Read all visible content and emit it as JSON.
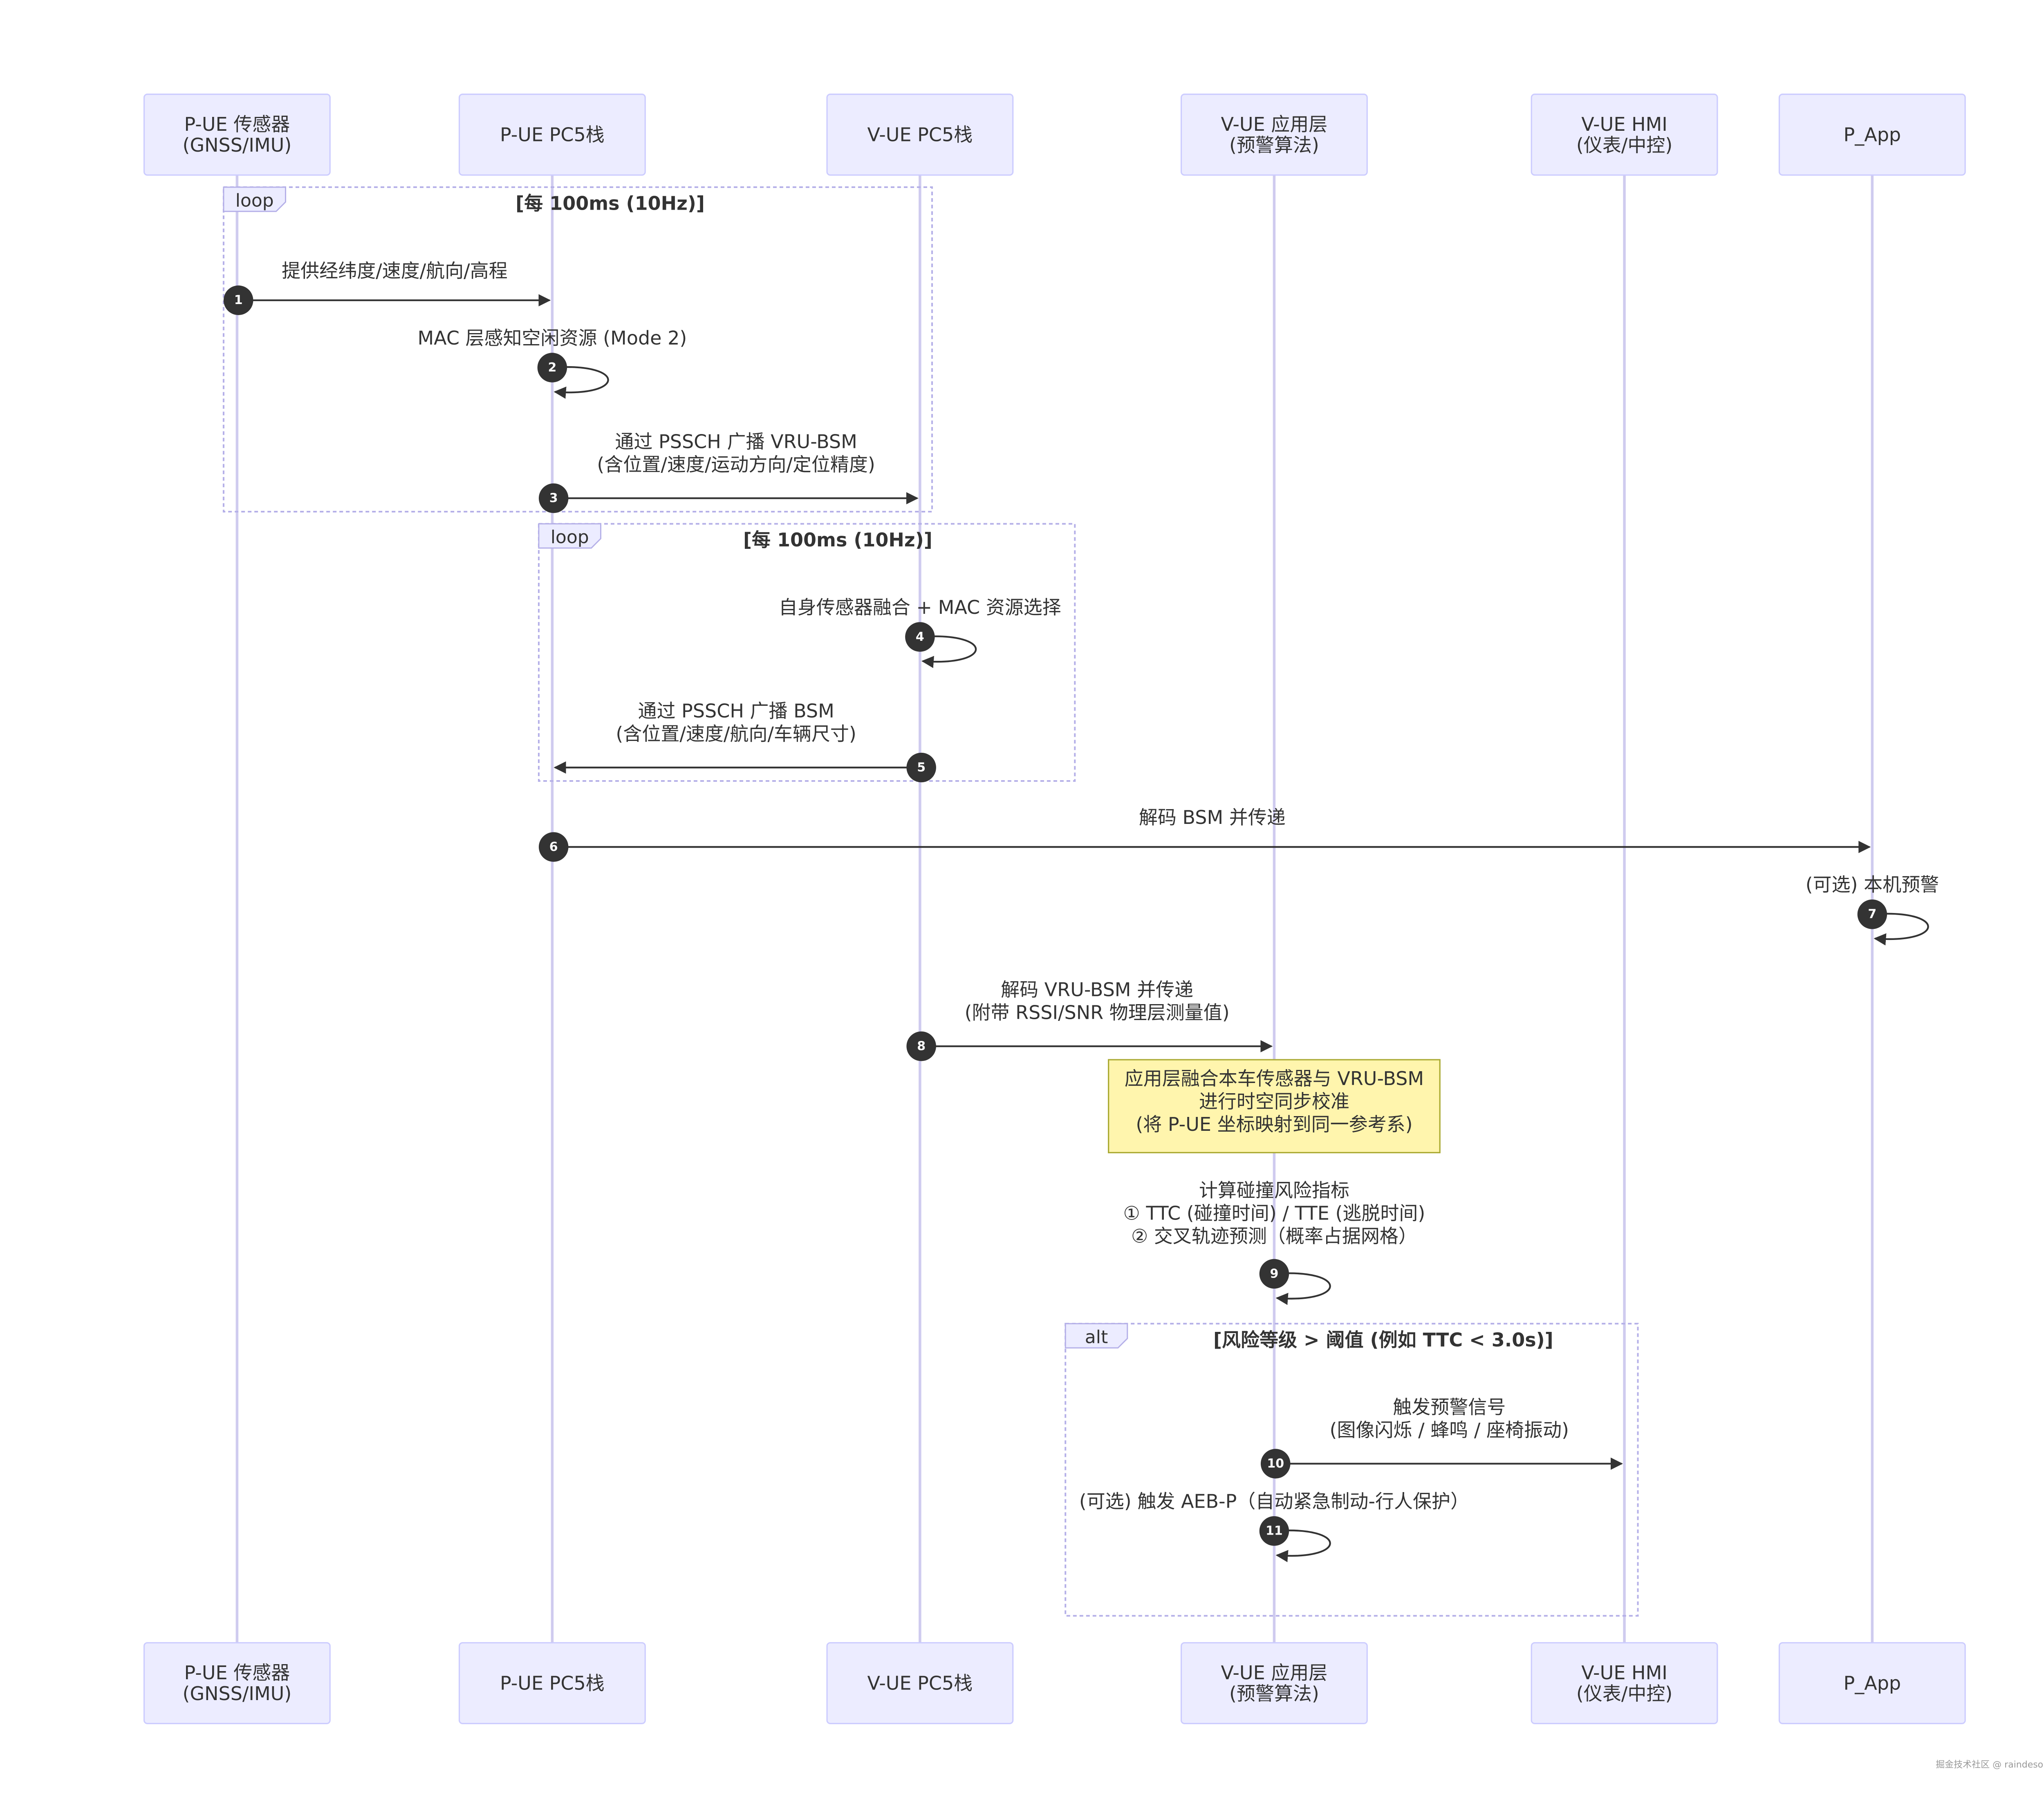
{
  "participants": [
    {
      "id": "p_sensor",
      "lines": [
        "P-UE 传感器",
        "(GNSS/IMU)"
      ]
    },
    {
      "id": "p_pc5",
      "lines": [
        "P-UE PC5栈"
      ]
    },
    {
      "id": "v_pc5",
      "lines": [
        "V-UE PC5栈"
      ]
    },
    {
      "id": "v_app",
      "lines": [
        "V-UE 应用层",
        "(预警算法)"
      ]
    },
    {
      "id": "v_hmi",
      "lines": [
        "V-UE HMI",
        "(仪表/中控)"
      ]
    },
    {
      "id": "p_app",
      "lines": [
        "P_App"
      ]
    }
  ],
  "frames": [
    {
      "kind": "loop",
      "condition": "[每 100ms (10Hz)]"
    },
    {
      "kind": "loop",
      "condition": "[每 100ms (10Hz)]"
    },
    {
      "kind": "alt",
      "condition": "[风险等级 > 阈值 (例如 TTC < 3.0s)]"
    }
  ],
  "messages": [
    {
      "seq": "1",
      "from": "p_sensor",
      "to": "p_pc5",
      "lines": [
        "提供经纬度/速度/航向/高程"
      ]
    },
    {
      "seq": "2",
      "from": "p_pc5",
      "to": "p_pc5",
      "lines": [
        "MAC 层感知空闲资源 (Mode 2)"
      ]
    },
    {
      "seq": "3",
      "from": "p_pc5",
      "to": "v_pc5",
      "lines": [
        "通过 PSSCH 广播 VRU-BSM",
        "(含位置/速度/运动方向/定位精度)"
      ]
    },
    {
      "seq": "4",
      "from": "v_pc5",
      "to": "v_pc5",
      "lines": [
        "自身传感器融合 + MAC 资源选择"
      ]
    },
    {
      "seq": "5",
      "from": "v_pc5",
      "to": "p_pc5",
      "lines": [
        "通过 PSSCH 广播 BSM",
        "(含位置/速度/航向/车辆尺寸)"
      ]
    },
    {
      "seq": "6",
      "from": "p_pc5",
      "to": "p_app",
      "lines": [
        "解码 BSM 并传递"
      ]
    },
    {
      "seq": "7",
      "from": "p_app",
      "to": "p_app",
      "lines": [
        "(可选) 本机预警"
      ]
    },
    {
      "seq": "8",
      "from": "v_pc5",
      "to": "v_app",
      "lines": [
        "解码 VRU-BSM 并传递",
        "(附带 RSSI/SNR 物理层测量值)"
      ]
    },
    {
      "seq": "9",
      "from": "v_app",
      "to": "v_app",
      "lines": [
        "计算碰撞风险指标",
        "① TTC (碰撞时间) / TTE (逃脱时间)",
        "② 交叉轨迹预测（概率占据网格）"
      ]
    },
    {
      "seq": "10",
      "from": "v_app",
      "to": "v_hmi",
      "lines": [
        "触发预警信号",
        "(图像闪烁 / 蜂鸣 / 座椅振动)"
      ]
    },
    {
      "seq": "11",
      "from": "v_app",
      "to": "v_app",
      "lines": [
        "(可选) 触发 AEB-P（自动紧急制动-行人保护）"
      ]
    }
  ],
  "note": {
    "lines": [
      "应用层融合本车传感器与 VRU-BSM",
      "进行时空同步校准",
      "(将 P-UE 坐标映射到同一参考系)"
    ]
  },
  "watermark": "掘金技术社区 @ raindesound"
}
